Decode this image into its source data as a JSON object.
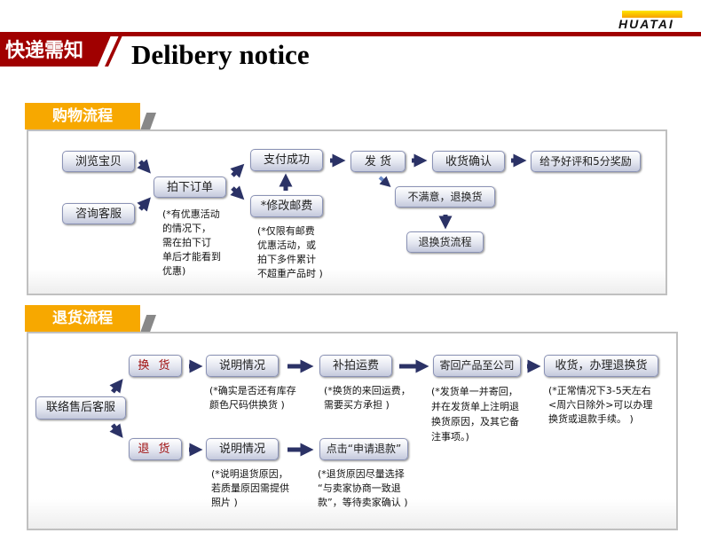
{
  "header": {
    "title_cn": "快递需知",
    "title_en": "Delibery notice",
    "logo": "HUATAI",
    "accent": "#a00000"
  },
  "shopping": {
    "tab": "购物流程",
    "nodes": {
      "browse": "浏览宝贝",
      "consult": "咨询客服",
      "order": "拍下订单",
      "paid": "支付成功",
      "modify": "*修改邮费",
      "ship": "发 货",
      "receive": "收货确认",
      "review": "给予好评和5分奖励",
      "unhappy": "不满意，退换货",
      "return_flow": "退换货流程"
    },
    "notes": {
      "order": "(*有优惠活动\n的情况下，\n需在拍下订\n单后才能看到\n优惠)",
      "modify": "(*仅限有邮费\n优惠活动，或\n拍下多件累计\n不超重产品时 )"
    }
  },
  "returns": {
    "tab": "退货流程",
    "nodes": {
      "contact": "联络售后客服",
      "exchange": "换 货",
      "explain1": "说明情况",
      "postage": "补拍运费",
      "send_back": "寄回产品至公司",
      "process": "收货，办理退换货",
      "refund": "退 货",
      "explain2": "说明情况",
      "apply": "点击“申请退款”"
    },
    "notes": {
      "explain1": "(*确实是否还有库存\n颜色尺码供换货 )",
      "postage": "(*换货的来回运费，\n需要买方承担 )",
      "send_back": "(*发货单一并寄回，\n并在发货单上注明退\n换货原因，及其它备\n注事项。)",
      "process": "(*正常情况下3-5天左右\n<周六日除外>可以办理\n换货或退款手续。 )",
      "explain2": "(*说明退货原因，\n若质量原因需提供\n照片 )",
      "apply": "(*退货原因尽量选择\n“与卖家协商一致退\n款”，等待卖家确认 )"
    }
  }
}
